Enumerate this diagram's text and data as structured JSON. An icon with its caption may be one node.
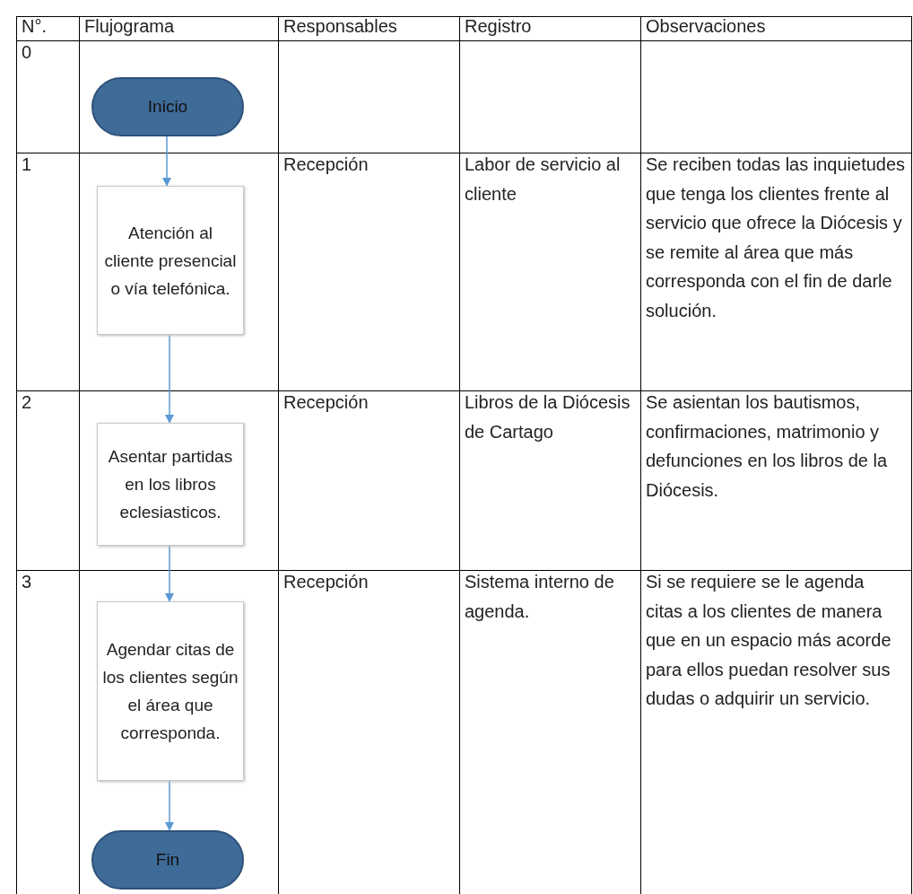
{
  "diagram": {
    "nodes": [
      {
        "text": [
          "Inicio"
        ]
      },
      {
        "text": [
          "Atención al cliente presencial o vía telefónica."
        ]
      },
      {
        "text": [
          "Asentar partidas en los libros eclesiasticos."
        ]
      },
      {
        "text": [
          "Agendar citas de los clientes según el área que corresponda."
        ]
      },
      {
        "text": [
          "Fin"
        ]
      }
    ],
    "edges": [
      {
        "from": 0,
        "to": 1,
        "arrow": "to"
      },
      {
        "from": 1,
        "to": 2,
        "arrow": "to"
      },
      {
        "from": 2,
        "to": 3,
        "arrow": "to"
      },
      {
        "from": 3,
        "to": 4,
        "arrow": "to"
      }
    ],
    "labels": [
      "N°.",
      "Flujograma",
      "Responsables",
      "Registro",
      "Observaciones",
      "0",
      "1",
      "Recepción",
      "Labor de servicio al cliente",
      "Se reciben todas las inquietudes que tenga los clientes frente al servicio que ofrece la Diócesis y se remite al área que más corresponda con el fin de darle solución.",
      "2",
      "Recepción",
      "Libros de la Diócesis de Cartago",
      "Se asientan los bautismos, confirmaciones, matrimonio y defunciones en los libros de la Diócesis.",
      "3",
      "Recepción",
      "Sistema interno de agenda.",
      "Si se requiere se le agenda citas a los clientes de manera que en un espacio más acorde para ellos puedan resolver sus dudas o adquirir un servicio."
    ]
  }
}
